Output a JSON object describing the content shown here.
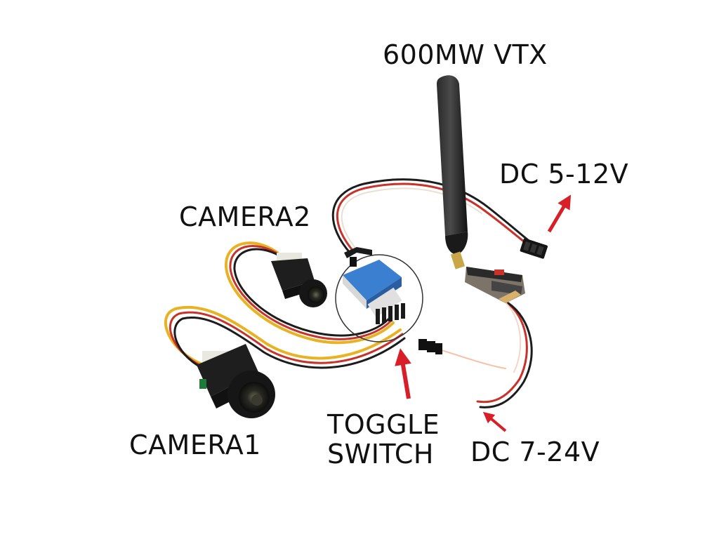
{
  "labels": {
    "vtx": "600MW VTX",
    "dc_5_12v": "DC 5-12V",
    "camera2": "CAMERA2",
    "camera1": "CAMERA1",
    "toggle_line1": "TOGGLE",
    "toggle_line2": "SWITCH",
    "dc_7_24v": "DC 7-24V"
  },
  "colors": {
    "background": "#ffffff",
    "arrow": "#d81e26",
    "wire_red": "#c8322b",
    "wire_yellow": "#e8b323",
    "wire_black": "#1c1c1c",
    "switch_board": "#3a7fd0"
  }
}
